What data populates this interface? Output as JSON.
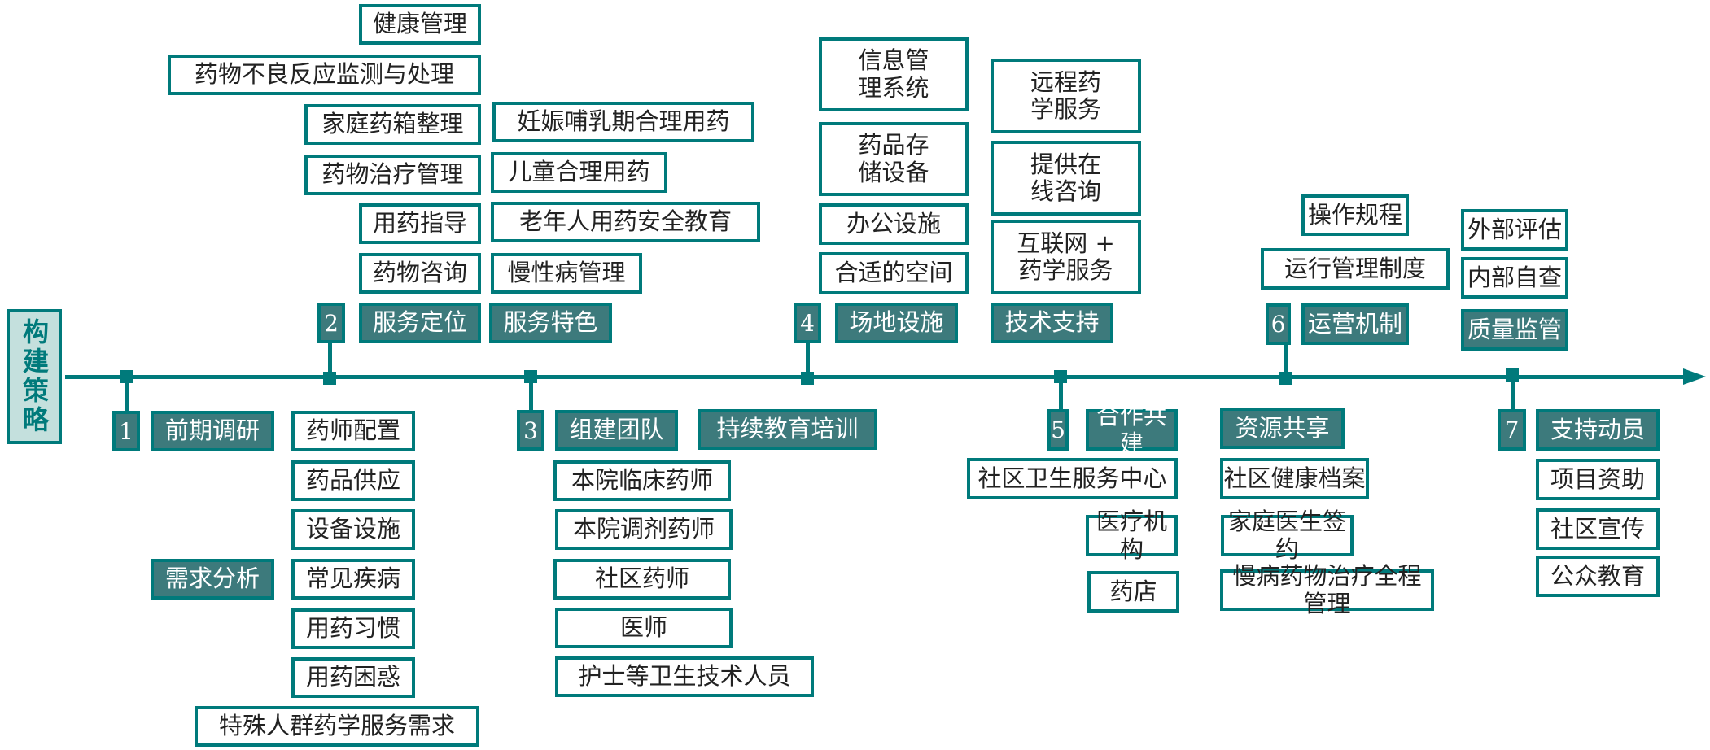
{
  "title": "构建策略",
  "colors": {
    "accent": "#007a7b",
    "dark_fill": "#3d7a7c",
    "title_fill": "#c4e0dd"
  },
  "steps": [
    {
      "num": "1",
      "label": "前期调研",
      "subheads": [
        "需求分析"
      ],
      "items": [
        "药师配置",
        "药品供应",
        "设备设施",
        "常见疾病",
        "用药习惯",
        "用药困惑",
        "特殊人群药学服务需求"
      ]
    },
    {
      "num": "2",
      "labels": [
        "服务定位",
        "服务特色"
      ],
      "items_left": [
        "健康管理",
        "药物不良反应监测与处理",
        "家庭药箱整理",
        "药物治疗管理",
        "用药指导",
        "药物咨询"
      ],
      "items_right": [
        "妊娠哺乳期合理用药",
        "儿童合理用药",
        "老年人用药安全教育",
        "慢性病管理"
      ]
    },
    {
      "num": "3",
      "labels": [
        "组建团队",
        "持续教育培训"
      ],
      "items": [
        "本院临床药师",
        "本院调剂药师",
        "社区药师",
        "医师",
        "护士等卫生技术人员"
      ]
    },
    {
      "num": "4",
      "labels": [
        "场地设施",
        "技术支持"
      ],
      "items_left": [
        "信息管\n理系统",
        "药品存\n储设备",
        "办公设施",
        "合适的空间"
      ],
      "items_right": [
        "远程药\n学服务",
        "提供在\n线咨询",
        "互联网 +\n药学服务"
      ]
    },
    {
      "num": "5",
      "labels": [
        "合作共建",
        "资源共享"
      ],
      "items_left": [
        "社区卫生服务中心",
        "医疗机构",
        "药店"
      ],
      "items_right": [
        "社区健康档案",
        "家庭医生签约",
        "慢病药物治疗全程管理"
      ]
    },
    {
      "num": "6",
      "label": "运营机制",
      "items": [
        "操作规程",
        "运行管理制度"
      ]
    },
    {
      "num": "7",
      "labels": [
        "质量监管",
        "支持动员"
      ],
      "items_top": [
        "外部评估",
        "内部自查"
      ],
      "items_bottom": [
        "项目资助",
        "社区宣传",
        "公众教育"
      ]
    }
  ]
}
